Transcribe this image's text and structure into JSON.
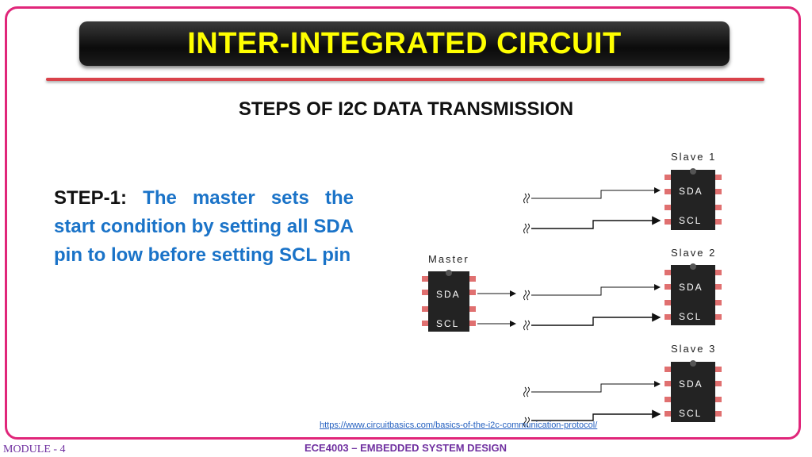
{
  "header": {
    "title": "INTER-INTEGRATED CIRCUIT"
  },
  "slide": {
    "subtitle": "STEPS OF I2C DATA TRANSMISSION",
    "step_label": "STEP-1:",
    "step_text": "The master sets the start condition by setting all SDA pin to low before setting SCL pin"
  },
  "diagram": {
    "master": {
      "label": "Master",
      "pins": [
        "SDA",
        "SCL"
      ]
    },
    "slaves": [
      {
        "label": "Slave 1",
        "pins": [
          "SDA",
          "SCL"
        ]
      },
      {
        "label": "Slave 2",
        "pins": [
          "SDA",
          "SCL"
        ]
      },
      {
        "label": "Slave 3",
        "pins": [
          "SDA",
          "SCL"
        ]
      }
    ],
    "colors": {
      "chip": "#232323",
      "pin": "#e07070"
    }
  },
  "source": "https://www.circuitbasics.com/basics-of-the-i2c-communication-protocol/",
  "footer": {
    "module": "MODULE - 4",
    "course": "ECE4003 – EMBEDDED SYSTEM DESIGN"
  },
  "colors": {
    "frame": "#e0267a",
    "title": "#ffff00",
    "step_text": "#1a73c8",
    "footer": "#7030a0"
  }
}
